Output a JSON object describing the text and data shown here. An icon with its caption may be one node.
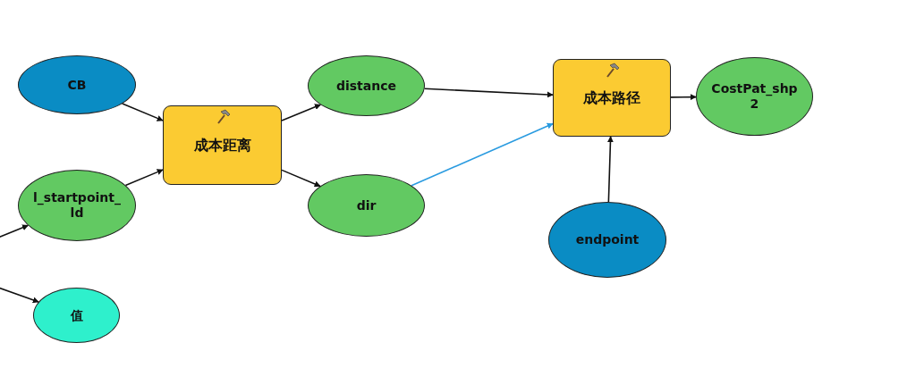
{
  "diagram": {
    "nodes": [
      {
        "text": [
          "CB"
        ]
      },
      {
        "text": [
          "l_startpoint_ld"
        ]
      },
      {
        "text": [
          "值"
        ]
      },
      {
        "text": [
          "成本距离"
        ]
      },
      {
        "text": [
          "distance"
        ]
      },
      {
        "text": [
          "dir"
        ]
      },
      {
        "text": [
          "成本路径"
        ]
      },
      {
        "text": [
          "CostPat_shp2"
        ]
      },
      {
        "text": [
          "endpoint"
        ]
      }
    ],
    "edges": [
      {
        "from": null,
        "to": 1,
        "arrow": "to"
      },
      {
        "from": null,
        "to": 2,
        "arrow": "to"
      },
      {
        "from": 0,
        "to": 3,
        "arrow": "to"
      },
      {
        "from": 1,
        "to": 3,
        "arrow": "to"
      },
      {
        "from": 3,
        "to": 4,
        "arrow": "to"
      },
      {
        "from": 3,
        "to": 5,
        "arrow": "to"
      },
      {
        "from": 4,
        "to": 6,
        "arrow": "to"
      },
      {
        "from": 5,
        "to": 6,
        "arrow": "to",
        "color": "#2a9be0"
      },
      {
        "from": 6,
        "to": 7,
        "arrow": "to"
      },
      {
        "from": 8,
        "to": 6,
        "arrow": "to"
      }
    ]
  }
}
